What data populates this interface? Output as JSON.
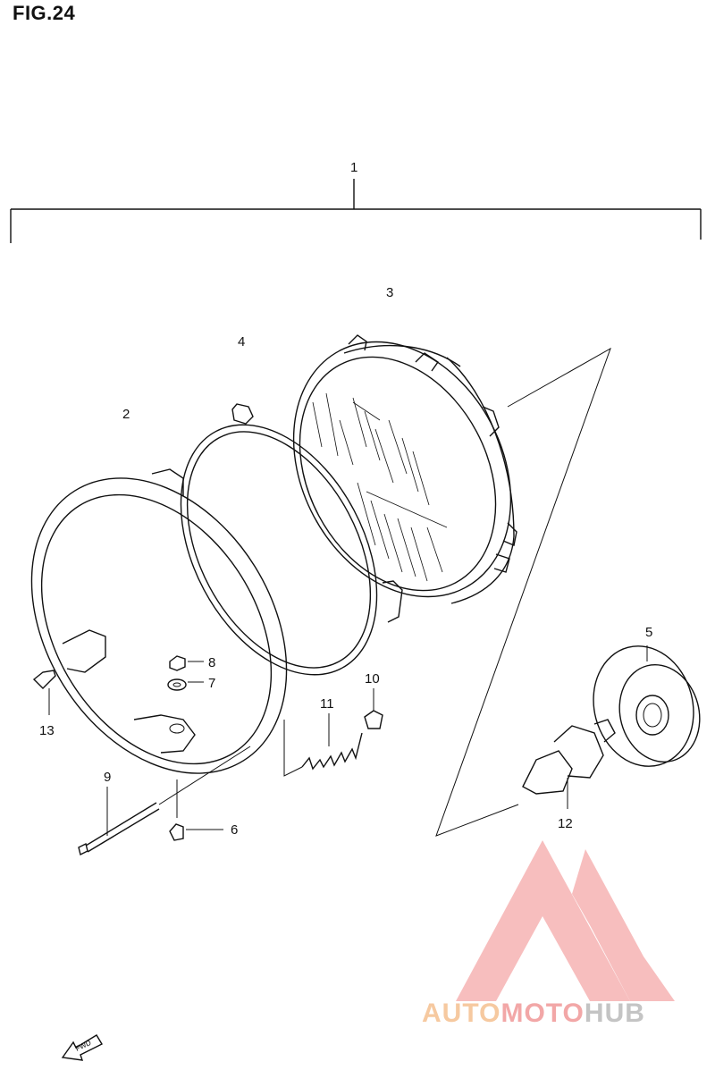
{
  "figure": {
    "title": "FIG.24"
  },
  "callouts": {
    "c1": "1",
    "c2": "2",
    "c3": "3",
    "c4": "4",
    "c5": "5",
    "c6": "6",
    "c7": "7",
    "c8": "8",
    "c9": "9",
    "c10": "10",
    "c11": "11",
    "c12": "12",
    "c13": "13"
  },
  "fwd_arrow": {
    "label": "FWD"
  },
  "watermark": {
    "part1": "AUTO",
    "part2": "MOTO",
    "part3": "HUB",
    "colors": {
      "auto": "#f6c9a0",
      "moto": "#f2a7a7",
      "hub": "#c4c4c4",
      "logo": "#f4a3a3"
    }
  }
}
